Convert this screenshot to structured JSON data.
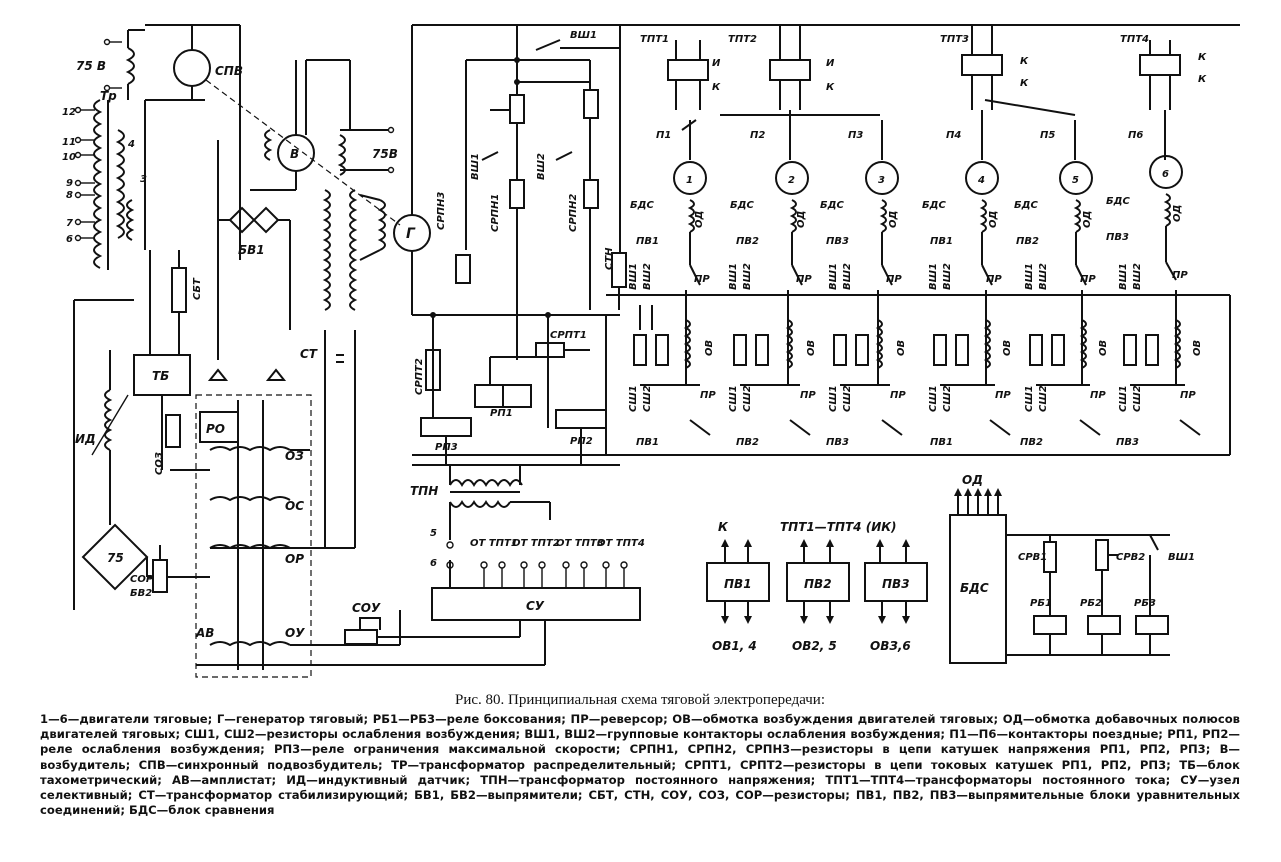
{
  "figure": {
    "caption_title": "Рис. 80. Принципиальная схема тяговой электропередачи:",
    "legend": "1—6—двигатели тяговые; Г—генератор тяговый; РБ1—РБ3—реле боксования; ПР—реверсор; ОВ—обмотка возбуждения двигателей тяговых; ОД—обмотка добавочных полюсов двигателей тяговых; СШ1, СШ2—резисторы ослабления возбуждения; ВШ1, ВШ2—групповые контакторы ослабления возбуждения; П1—П6—контакторы поездные; РП1, РП2—реле ослабления возбуждения; РП3—реле ограничения максимальной скорости; СРПН1, СРПН2, СРПН3—резисторы в цепи катушек напряжения РП1, РП2, РП3; В—возбудитель; СПВ—синхронный подвозбудитель; ТР—трансформатор распределительный; СРПТ1, СРПТ2—резисторы в цепи токовых катушек РП1, РП2, РП3; ТБ—блок тахометрический; АВ—амплистат; ИД—индуктивный датчик; ТПН—трансформатор постоянного напряжения; ТПТ1—ТПТ4—трансформаторы постоянного тока; СУ—узел селективный; СТ—трансформатор стабилизирующий; БВ1, БВ2—выпрямители; СБТ, СТН, СОУ, СОЗ, СОР—резисторы; ПВ1, ПВ2, ПВ3—выпрямительные блоки уравнительных соединений; БДС—блок сравнения"
  },
  "labels": {
    "v75_left": "75 В",
    "tr": "Тр",
    "spv": "СПВ",
    "v": "В",
    "v75_right": "75В",
    "g": "Г",
    "tap12": "12",
    "tap11": "11",
    "tap10": "10",
    "tap9": "9",
    "tap8": "8",
    "tap7": "7",
    "tap6": "6",
    "tap4": "4",
    "tap3": "3",
    "bv1": "БВ1",
    "sbt": "СБТ",
    "tb": "ТБ",
    "st": "СТ",
    "id": "ИД",
    "soz": "СОЗ",
    "ro": "РО",
    "oz": "ОЗ",
    "os": "ОС",
    "or": "ОР",
    "sor": "СОР",
    "bv2": "БВ2",
    "bv2_box": "75",
    "ou": "ОУ",
    "av": "АВ",
    "sou": "СОУ",
    "su": "СУ",
    "tpn": "ТПН",
    "n5": "5",
    "n6": "6",
    "ot1": "ОТ ТПТ1",
    "ot2": "ОТ ТПТ2",
    "ot3": "ОТ ТПТ3",
    "ot4": "ОТ ТПТ4",
    "vsh1_top": "ВШ1",
    "srpn3": "СРПН3",
    "vsh1_mid": "ВШ1",
    "vsh2_mid": "ВШ2",
    "srpn1": "СРПН1",
    "srpn2": "СРПН2",
    "stn": "СТН",
    "srpt1": "СРПТ1",
    "srpt2": "СРПТ2",
    "rp1": "РП1",
    "rp2": "РП2",
    "rp3": "РП3",
    "tpt1": "ТПТ1",
    "tpt2": "ТПТ2",
    "tpt3": "ТПТ3",
    "tpt4": "ТПТ4",
    "ik_i": "И",
    "ik_k": "К",
    "bds": "БДС",
    "od": "ОД",
    "ov": "ОВ",
    "pr": "ПР",
    "sh1": "СШ1",
    "sh2": "СШ2",
    "vsh1": "ВШ1",
    "vsh2": "ВШ2",
    "k_label": "К",
    "tpt_range": "ТПТ1—ТПТ4 (ИК)",
    "pv1": "ПВ1",
    "pv2": "ПВ2",
    "pv3": "ПВ3",
    "ov14": "ОВ1, 4",
    "ov25": "ОВ2, 5",
    "ov36": "ОВЗ,6",
    "od_top": "ОД",
    "bds_block": "БДС",
    "srv1": "СРВ1",
    "srv2": "СРВ2",
    "vsh1_right": "ВШ1",
    "rb1": "РБ1",
    "rb2": "РБ2",
    "rb3": "РБ3"
  },
  "motors": [
    {
      "number": "1",
      "contactor": "П1",
      "rectifier": "ПВ1"
    },
    {
      "number": "2",
      "contactor": "П2",
      "rectifier": "ПВ2"
    },
    {
      "number": "3",
      "contactor": "П3",
      "rectifier": "ПВ3"
    },
    {
      "number": "4",
      "contactor": "П4",
      "rectifier": "ПВ1"
    },
    {
      "number": "5",
      "contactor": "П5",
      "rectifier": "ПВ2"
    },
    {
      "number": "6",
      "contactor": "П6",
      "rectifier": "ПВ3"
    }
  ]
}
